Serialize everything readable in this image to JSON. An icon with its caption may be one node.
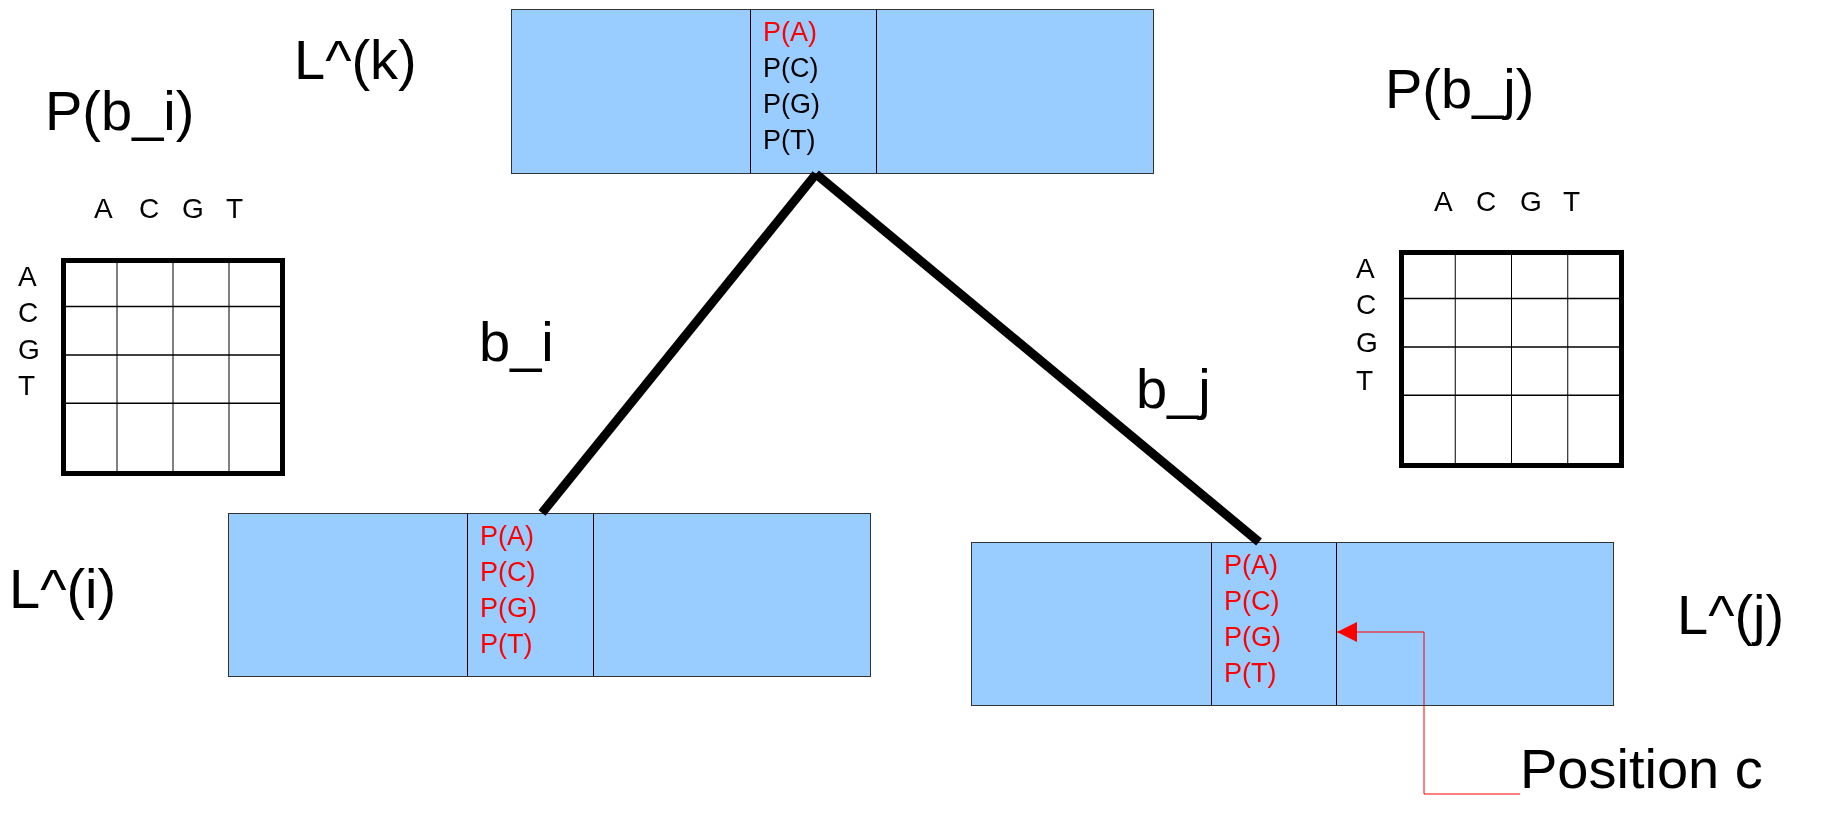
{
  "diagram": {
    "nodes": [
      {
        "text": [],
        "shape": "box",
        "beside": [
          "L^(k)"
        ]
      },
      {
        "text": [
          "P(A)",
          "P(C)",
          "P(G)",
          "P(T)"
        ],
        "in": 0
      },
      {
        "text": [
          "P(b_i)"
        ]
      },
      {
        "text": [
          "P(b_j)"
        ]
      },
      {
        "text": [],
        "shape": "box",
        "beside": [
          "L^(i)"
        ]
      },
      {
        "text": [
          "P(A)",
          "P(C)",
          "P(G)",
          "P(T)"
        ],
        "in": 4
      },
      {
        "text": [],
        "shape": "box",
        "beside": [
          "L^(j)"
        ]
      },
      {
        "text": [
          "P(A)",
          "P(C)",
          "P(G)",
          "P(T)"
        ],
        "in": 6
      },
      {
        "text": [
          "Position c"
        ]
      }
    ],
    "edges": [
      {
        "from": 0,
        "to": 4,
        "arrow": "none",
        "label": "b_i"
      },
      {
        "from": 0,
        "to": 6,
        "arrow": "none",
        "label": "b_j"
      },
      {
        "from": 8,
        "to": 7,
        "arrow": "to",
        "color": "#ff0000"
      }
    ],
    "labels": [
      "A",
      "C",
      "G",
      "T",
      "A",
      "C",
      "G",
      "T",
      "A",
      "C",
      "G",
      "T",
      "A",
      "C",
      "G",
      "T"
    ]
  }
}
